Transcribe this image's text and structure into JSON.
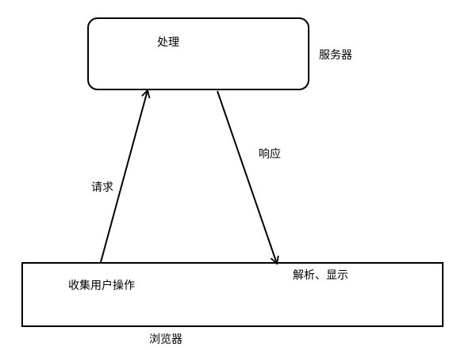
{
  "server": {
    "box_text": "处理",
    "caption": "服务器"
  },
  "browser": {
    "box_text": "收集用户操作",
    "box_text_right": "解析、显示",
    "caption": "浏览器"
  },
  "arrows": {
    "request_label": "请求",
    "response_label": "响应"
  },
  "colors": {
    "stroke": "#000000",
    "background": "#ffffff"
  }
}
